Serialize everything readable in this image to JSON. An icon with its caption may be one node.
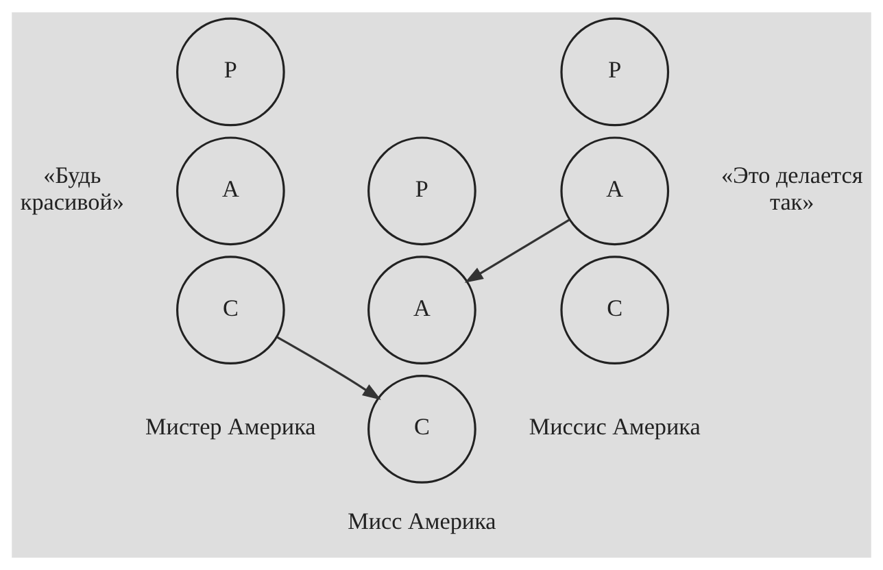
{
  "diagram": {
    "nodes": [
      {
        "text": [
          "P"
        ]
      },
      {
        "text": [
          "A"
        ],
        "beside": [
          "«Будь красивой»"
        ]
      },
      {
        "text": [
          "C"
        ],
        "beside": [
          "Мистер Америка"
        ]
      },
      {
        "text": [
          "P"
        ]
      },
      {
        "text": [
          "P"
        ]
      },
      {
        "text": [
          "A"
        ]
      },
      {
        "text": [
          "C"
        ],
        "beside": [
          "Мисс Америка"
        ]
      },
      {
        "text": [
          "A"
        ],
        "beside": [
          "«Это делается так»"
        ]
      },
      {
        "text": [
          "C"
        ],
        "beside": [
          "Миссис Америка"
        ]
      }
    ],
    "edges": [
      {
        "from": 2,
        "to": 6,
        "arrow": "to"
      },
      {
        "from": 7,
        "to": 5,
        "arrow": "to"
      }
    ]
  }
}
